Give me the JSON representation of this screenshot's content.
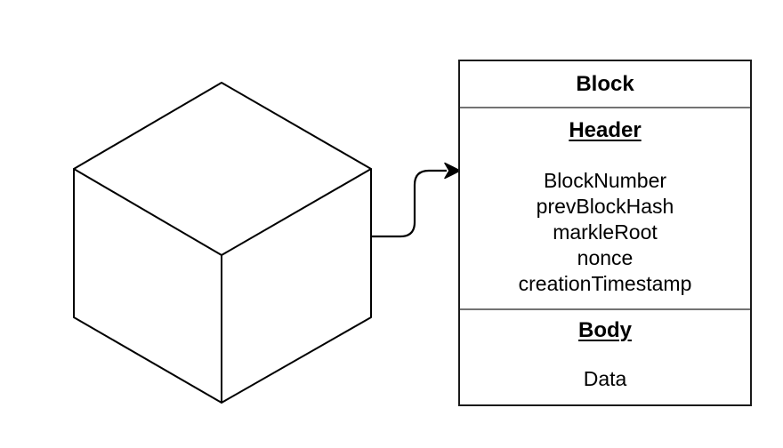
{
  "colors": {
    "background": "#ffffff",
    "shape_stroke": "#000000",
    "shape_fill": "#ffffff",
    "box_border": "#1a1a1a",
    "divider": "#737373",
    "text": "#000000"
  },
  "block": {
    "title": "Block",
    "sections": [
      {
        "heading": "Header",
        "items": [
          "BlockNumber",
          "prevBlockHash",
          "markleRoot",
          "nonce",
          "creationTimestamp"
        ]
      },
      {
        "heading": "Body",
        "items": [
          "Data"
        ]
      }
    ]
  }
}
